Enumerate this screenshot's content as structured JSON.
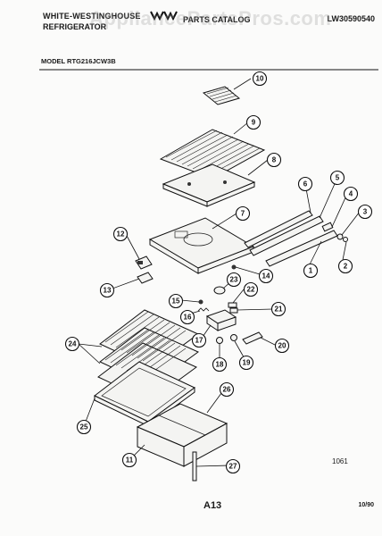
{
  "header": {
    "brand_line1": "WHITE-WESTINGHOUSE",
    "brand_line2": "REFRIGERATOR",
    "catalog": "PARTS CATALOG",
    "code": "LW30590540",
    "logo_icon": "white-westinghouse-logo-icon"
  },
  "watermark": "AppliancePartsPros.com",
  "model": "MODEL RTG216JCW3B",
  "callouts": [
    "1",
    "2",
    "3",
    "4",
    "5",
    "6",
    "7",
    "8",
    "9",
    "10",
    "11",
    "12",
    "13",
    "14",
    "15",
    "16",
    "17",
    "18",
    "19",
    "20",
    "21",
    "22",
    "23",
    "24",
    "25",
    "26",
    "27"
  ],
  "footer": {
    "figure_no": "1061",
    "page": "A13",
    "date": "10/90"
  }
}
